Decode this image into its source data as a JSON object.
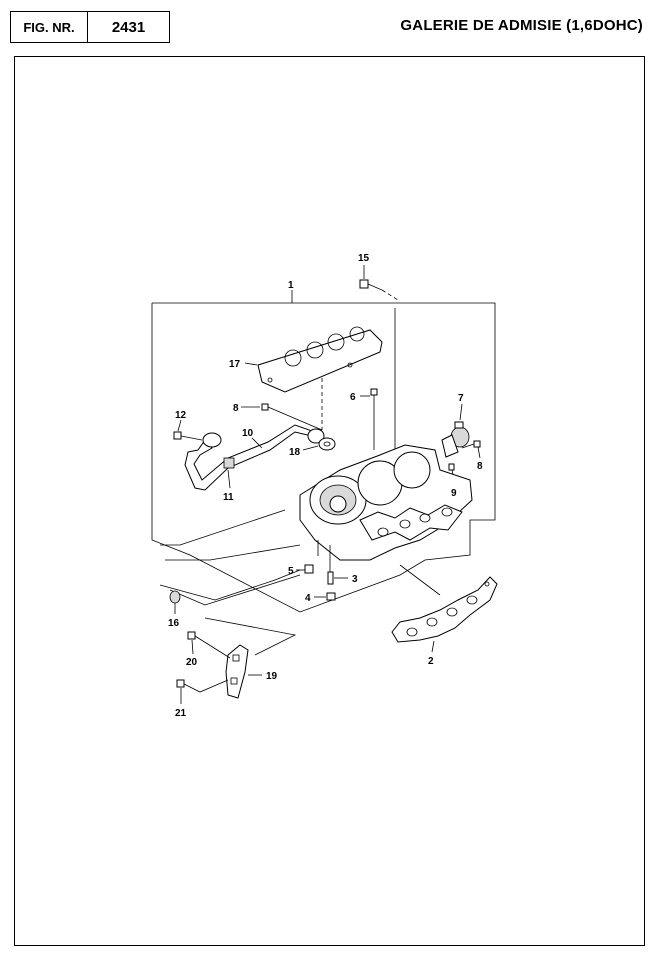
{
  "header": {
    "fig_label": "FIG. NR.",
    "fig_number": "2431",
    "title": "GALERIE DE ADMISIE (1,6DOHC)"
  },
  "callouts": {
    "c1": "1",
    "c2": "2",
    "c3": "3",
    "c4": "4",
    "c5": "5",
    "c6": "6",
    "c7": "7",
    "c8a": "8",
    "c8b": "8",
    "c9": "9",
    "c10": "10",
    "c11": "11",
    "c12": "12",
    "c15": "15",
    "c16": "16",
    "c17": "17",
    "c18": "18",
    "c19": "19",
    "c20": "20",
    "c21": "21"
  }
}
